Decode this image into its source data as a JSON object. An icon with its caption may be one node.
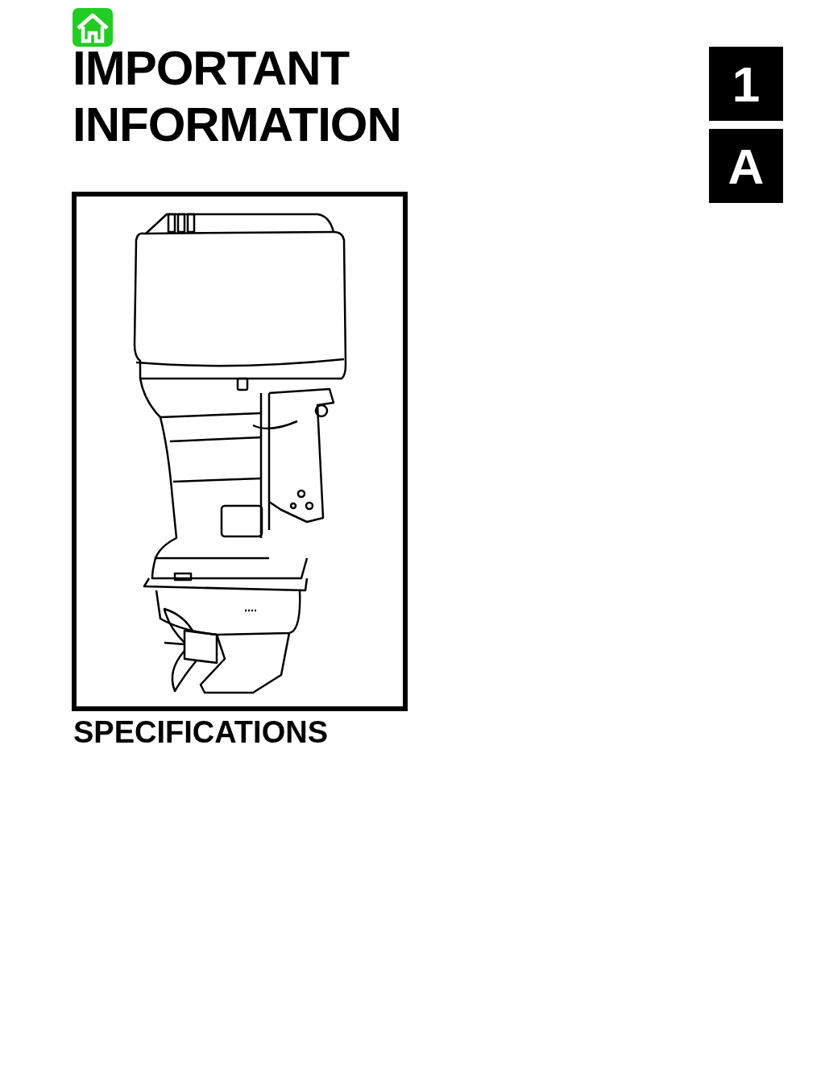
{
  "diagram": {
    "title": "IMPORTANT INFORMATION",
    "nodes": [
      {
        "text": [
          "1"
        ]
      },
      {
        "text": [
          "A"
        ]
      }
    ],
    "caption": "SPECIFICATIONS"
  }
}
